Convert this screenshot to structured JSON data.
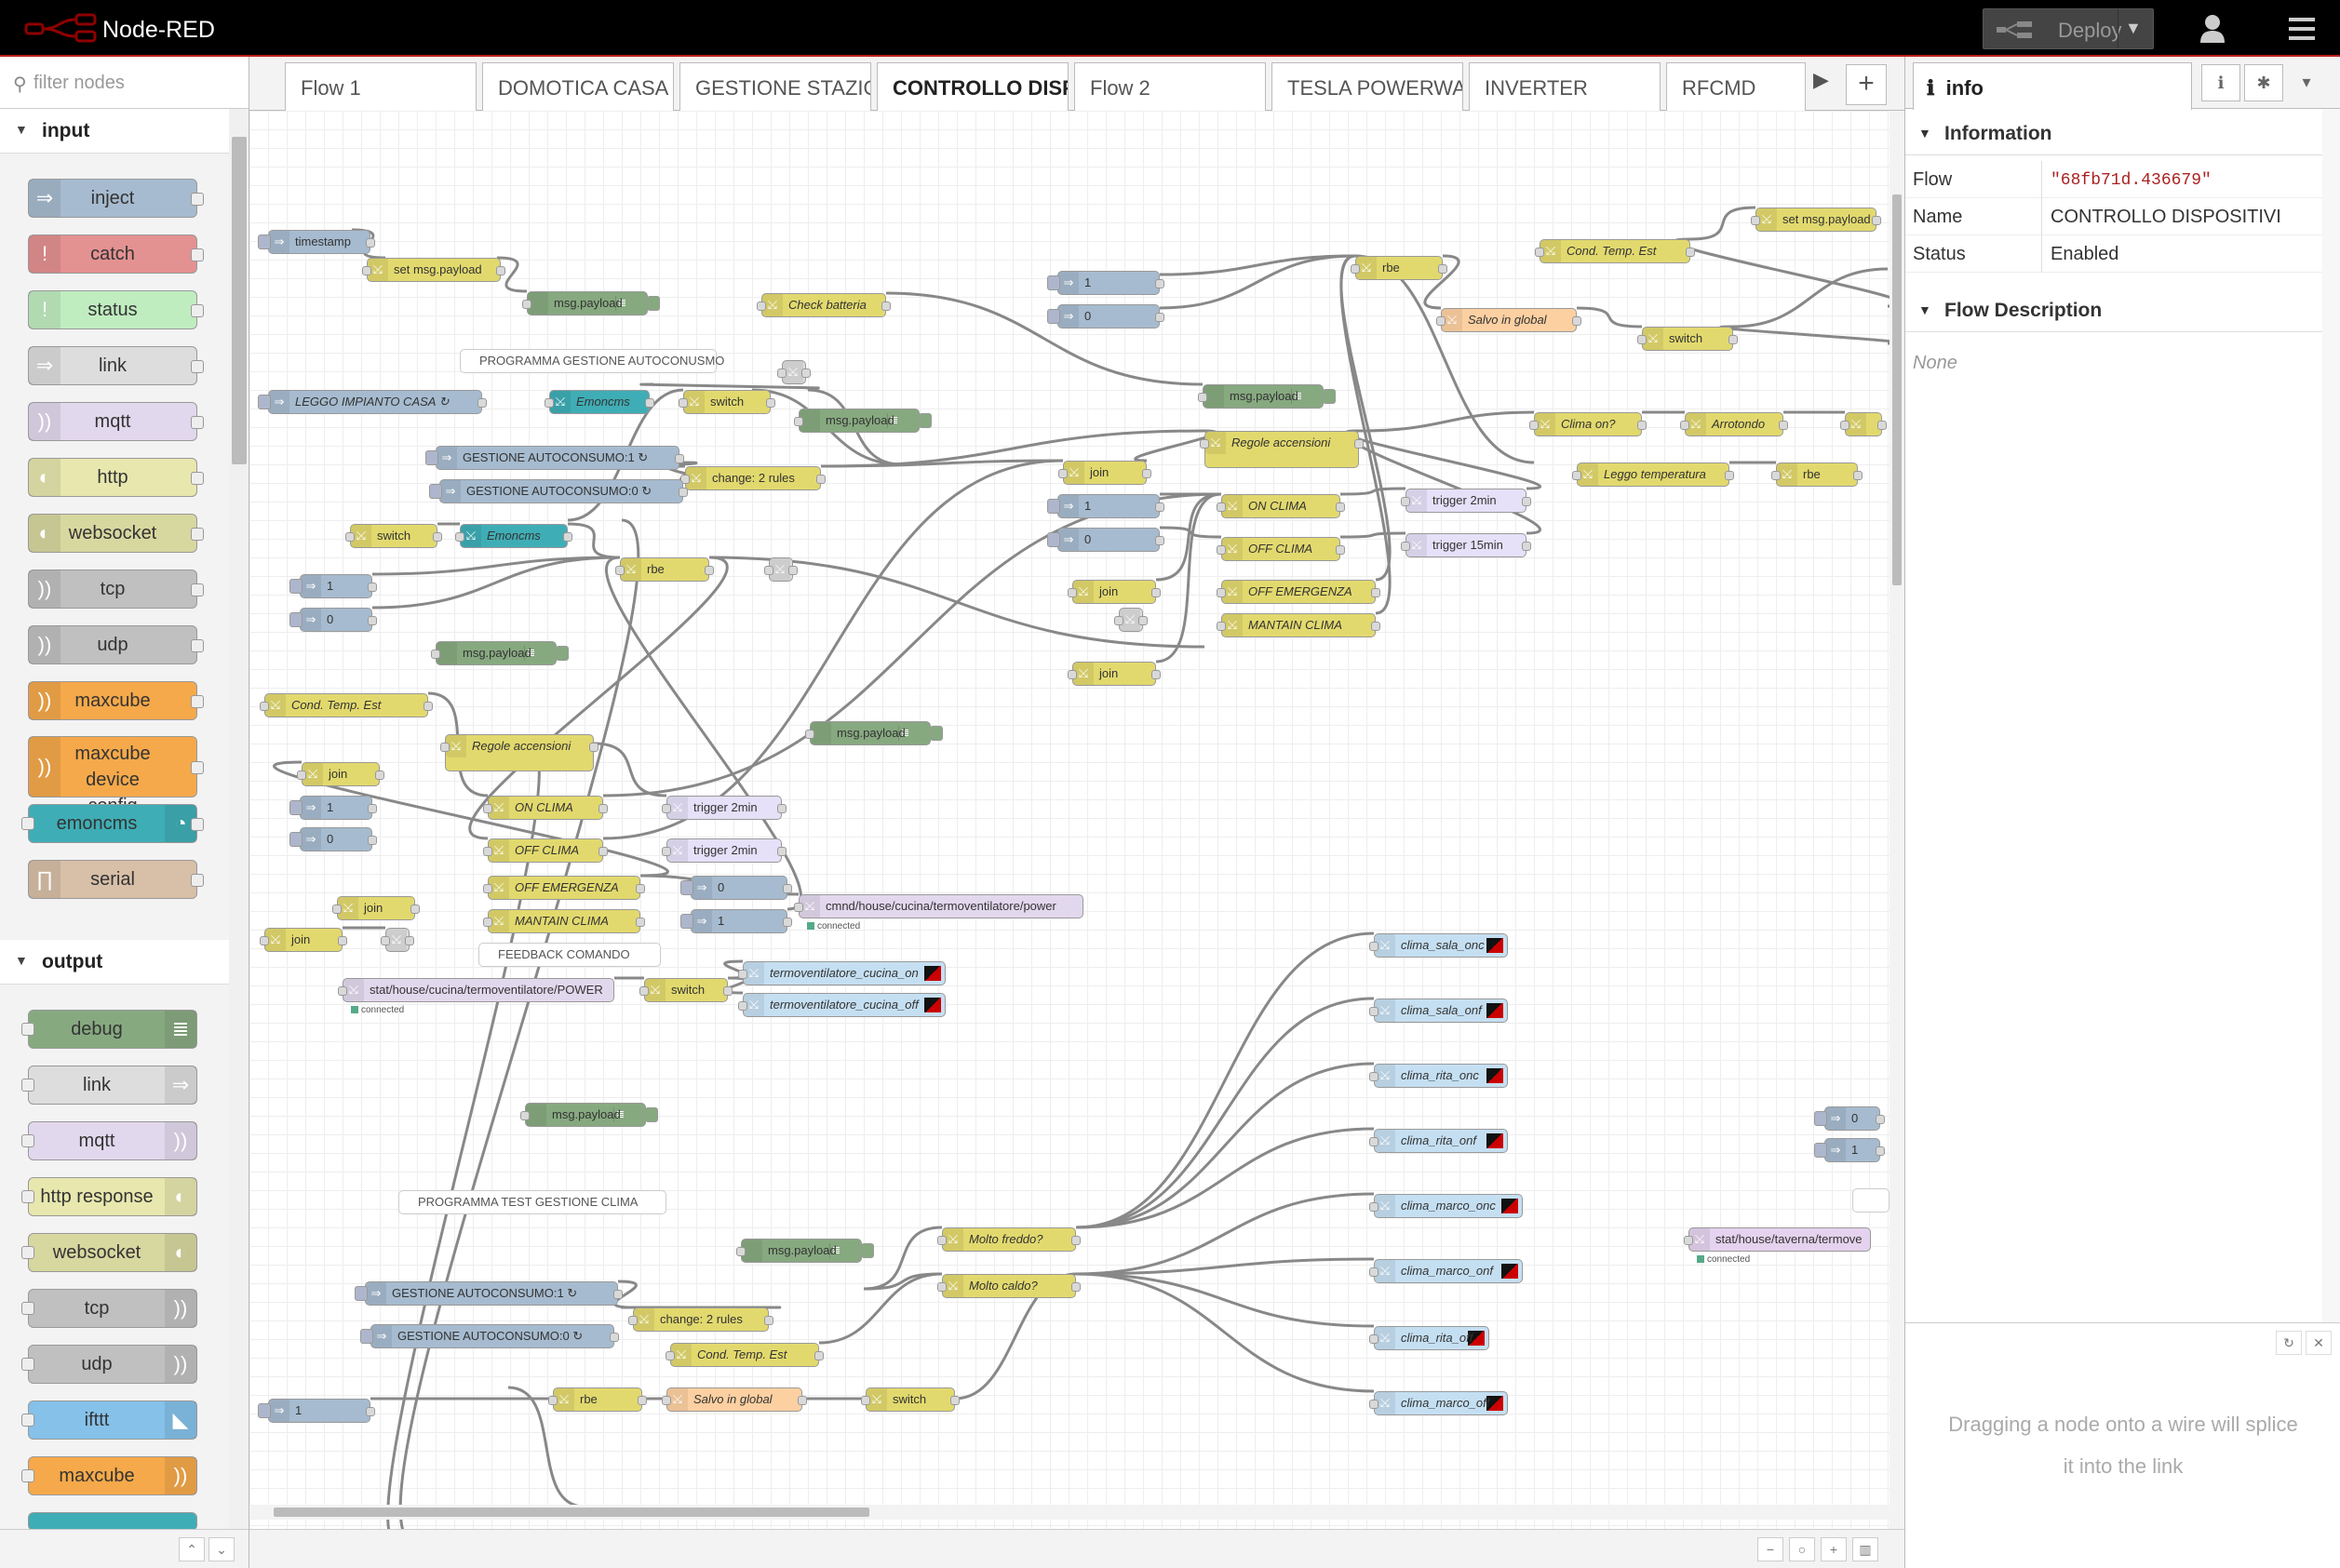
{
  "header": {
    "title": "Node-RED",
    "deploy_label": "Deploy"
  },
  "palette": {
    "filter_placeholder": "filter nodes",
    "input_label": "input",
    "output_label": "output",
    "input_nodes": [
      "inject",
      "catch",
      "status",
      "link",
      "mqtt",
      "http",
      "websocket",
      "tcp",
      "udp",
      "maxcube",
      "maxcube device config",
      "emoncms",
      "serial"
    ],
    "output_nodes": [
      "debug",
      "link",
      "mqtt",
      "http response",
      "websocket",
      "tcp",
      "udp",
      "ifttt",
      "maxcube"
    ]
  },
  "tabs": [
    "Flow 1",
    "DOMOTICA CASA",
    "GESTIONE STAZIO",
    "CONTROLLO DISP",
    "Flow 2",
    "TESLA POWERWAL",
    "INVERTER",
    "RFCMD"
  ],
  "flow_nodes": {
    "timestamp": "timestamp",
    "set_msg_payload": "set msg.payload",
    "msg_payload": "msg.payload",
    "check_batteria": "Check batteria",
    "prog_autoconsumo": "PROGRAMMA GESTIONE AUTOCONUSMO",
    "leggo_impianto": "LEGGO IMPIANTO CASA ↻",
    "emoncms": "Emoncms",
    "switch": "switch",
    "gest_auto_1": "GESTIONE AUTOCONSUMO:1 ↻",
    "gest_auto_0": "GESTIONE AUTOCONSUMO:0 ↻",
    "change_2_rules": "change: 2 rules",
    "rbe": "rbe",
    "one": "1",
    "zero": "0",
    "cond_temp_est": "Cond. Temp. Est",
    "join": "join",
    "regole_accensioni": "Regole accensioni",
    "on_clima": "ON CLIMA",
    "off_clima": "OFF CLIMA",
    "off_emergenza": "OFF EMERGENZA",
    "mantain_clima": "MANTAIN CLIMA",
    "trigger_2min": "trigger 2min",
    "trigger_15min": "trigger 15min",
    "cmnd_power": "cmnd/house/cucina/termoventilatore/power",
    "connected": "connected",
    "feedback_comando": "FEEDBACK COMANDO",
    "stat_power": "stat/house/cucina/termoventilatore/POWER",
    "termo_on": "termoventilatore_cucina_on",
    "termo_off": "termoventilatore_cucina_off",
    "prog_test": "PROGRAMMA TEST GESTIONE CLIMA",
    "molto_freddo": "Molto freddo?",
    "molto_caldo": "Molto caldo?",
    "salvo_global": "Salvo in global",
    "clima_on": "Clima on?",
    "arrotondo": "Arrotondo",
    "leggo_temperatura": "Leggo temperatura",
    "stat_taverna": "stat/house/taverna/termove",
    "clima_sala_onc": "clima_sala_onc",
    "clima_sala_onf": "clima_sala_onf",
    "clima_rita_onc": "clima_rita_onc",
    "clima_rita_onf": "clima_rita_onf",
    "clima_marco_onc": "clima_marco_onc",
    "clima_marco_onf": "clima_marco_onf",
    "clima_rita_off": "clima_rita_off",
    "clima_marco_off": "clima_marco_off"
  },
  "sidebar": {
    "tab_label": "info",
    "information_label": "Information",
    "rows": [
      {
        "key": "Flow",
        "value": "\"68fb71d.436679\""
      },
      {
        "key": "Name",
        "value": "CONTROLLO DISPOSITIVI"
      },
      {
        "key": "Status",
        "value": "Enabled"
      }
    ],
    "flow_description_label": "Flow Description",
    "description": "None",
    "tip": "Dragging a node onto a wire will splice it into the link"
  },
  "colors": {
    "header_bg": "#000000",
    "inject": "#a6bbcf",
    "function": "#e2d96e",
    "debug": "#87a980",
    "mqtt": "#e2d8ed",
    "emoncms": "#3fadb5",
    "catch": "#e49191",
    "status": "#c0edc0",
    "maxcube": "#f5a94a",
    "serial": "#d8bfa8"
  }
}
